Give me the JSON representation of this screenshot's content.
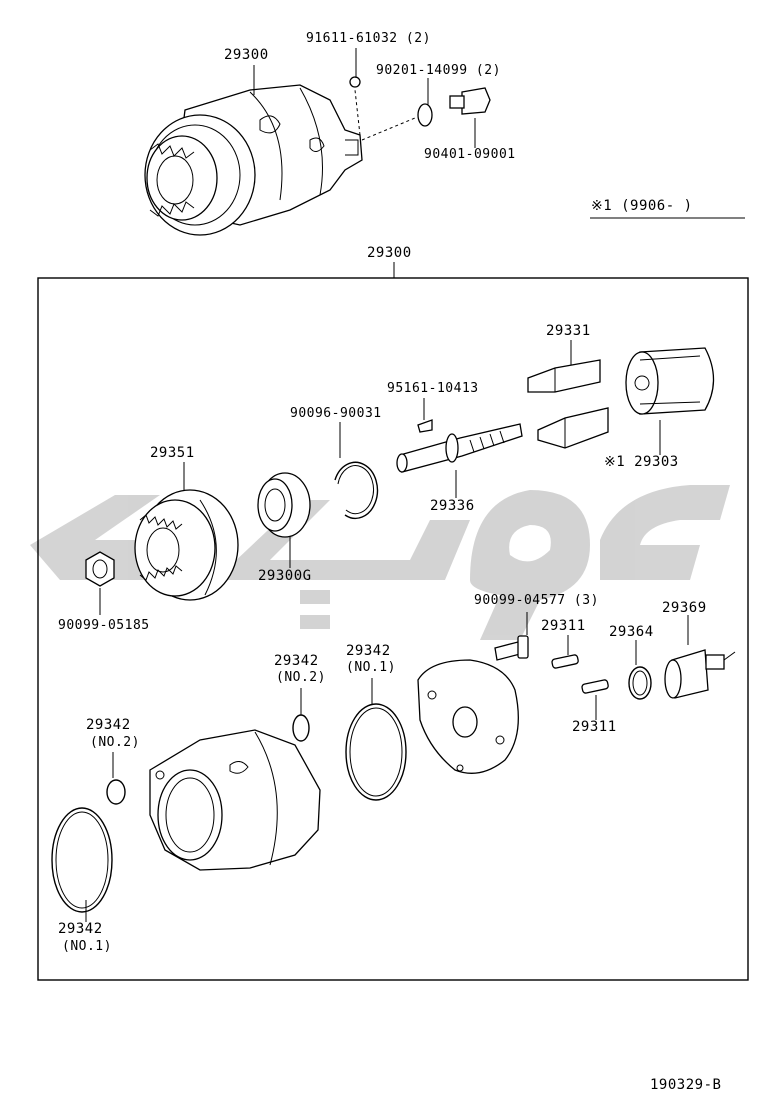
{
  "labels": {
    "top_assembly": "29300",
    "top_washer_bolt": "91611-61032 (2)",
    "top_gasket": "90201-14099 (2)",
    "top_union_bolt": "90401-09001",
    "variant_note": "※1 (9906-      )",
    "box_assembly": "29300",
    "vane_pair": "29331",
    "key": "95161-10413",
    "snap_ring": "90096-90031",
    "drive_gear": "29351",
    "vane_rotor": "※1 29303",
    "shaft": "29336",
    "bearing": "29300G",
    "nut": "90099-05185",
    "bolt": "90099-04577 (3)",
    "switch": "29369",
    "pin_a": "29311",
    "pin_b": "29311",
    "ring_sw": "29364",
    "oring_a_num": "29342",
    "oring_a_sub": "(NO.2)",
    "oring_b_num": "29342",
    "oring_b_sub": "(NO.1)",
    "oring_c_num": "29342",
    "oring_c_sub": "(NO.2)",
    "oring_d_num": "29342",
    "oring_d_sub": "(NO.1)",
    "diagram_id": "190329-B"
  },
  "colors": {
    "line": "#000000",
    "watermark": "#cfcfcf"
  }
}
